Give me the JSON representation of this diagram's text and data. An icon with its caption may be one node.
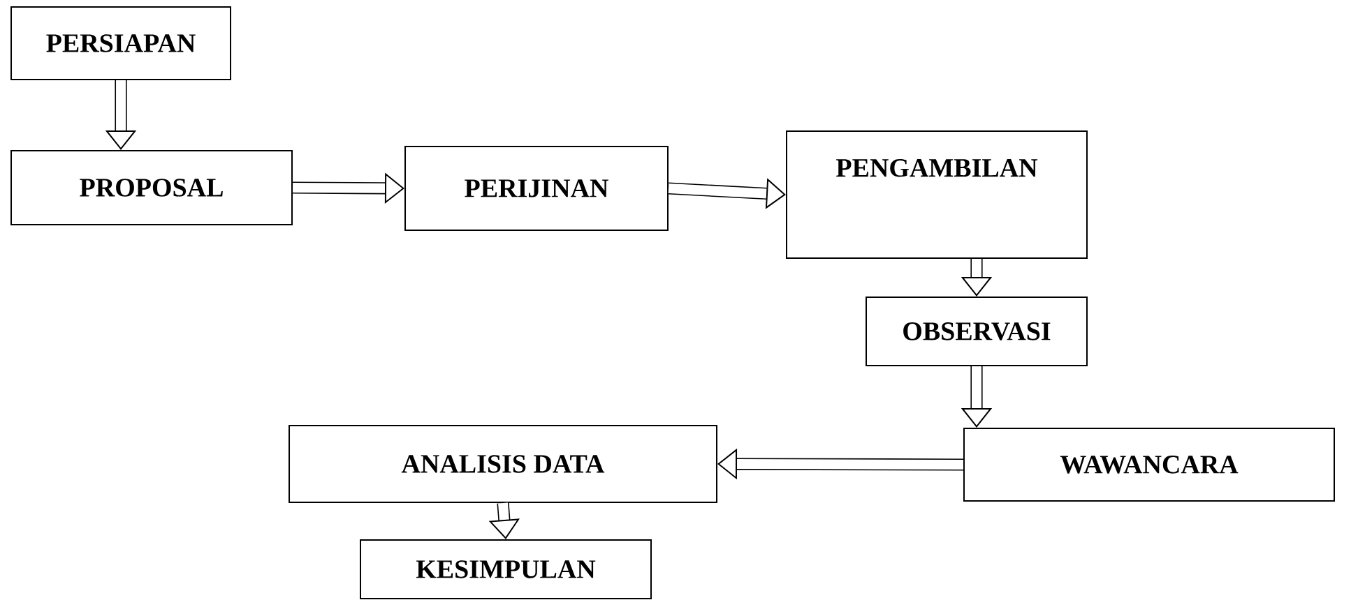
{
  "diagram": {
    "nodes": [
      {
        "text": [
          "PERSIAPAN"
        ]
      },
      {
        "text": [
          "PROPOSAL"
        ]
      },
      {
        "text": [
          "PERIJINAN"
        ]
      },
      {
        "text": [
          "PENGAMBILAN"
        ]
      },
      {
        "text": [
          "OBSERVASI"
        ]
      },
      {
        "text": [
          "WAWANCARA"
        ]
      },
      {
        "text": [
          "ANALISIS DATA"
        ]
      },
      {
        "text": [
          "KESIMPULAN"
        ]
      }
    ],
    "edges": [
      {
        "from": 0,
        "to": 1,
        "arrow": "to"
      },
      {
        "from": 1,
        "to": 2,
        "arrow": "to"
      },
      {
        "from": 2,
        "to": 3,
        "arrow": "to"
      },
      {
        "from": 3,
        "to": 4,
        "arrow": "to"
      },
      {
        "from": 4,
        "to": 5,
        "arrow": "to"
      },
      {
        "from": 5,
        "to": 6,
        "arrow": "to"
      },
      {
        "from": 6,
        "to": 7,
        "arrow": "to"
      }
    ]
  }
}
